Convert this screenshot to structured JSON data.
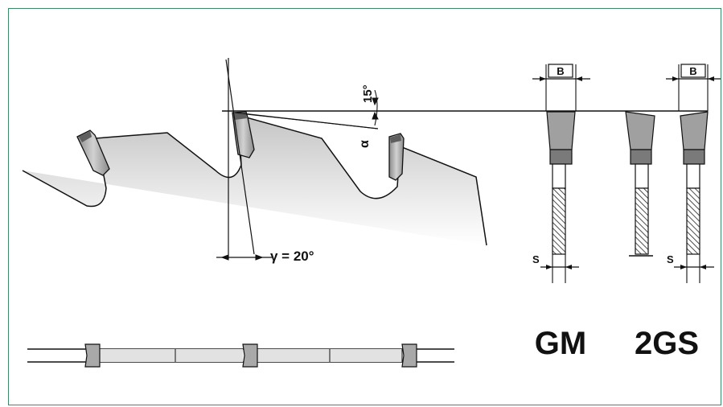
{
  "labels": {
    "angle_gamma": "γ = 20°",
    "angle_alpha": "α",
    "angle_top": "15°",
    "width_b_gm": "B",
    "width_b_2gs": "B",
    "width_s_gm": "S",
    "width_s_2gs": "S",
    "profile_gm": "GM",
    "profile_2gs": "2GS"
  },
  "colors": {
    "frame": "#3b8a68",
    "line": "#111111",
    "tooth_light": "#c9c9c9",
    "tooth_dark": "#7e7e7e"
  }
}
